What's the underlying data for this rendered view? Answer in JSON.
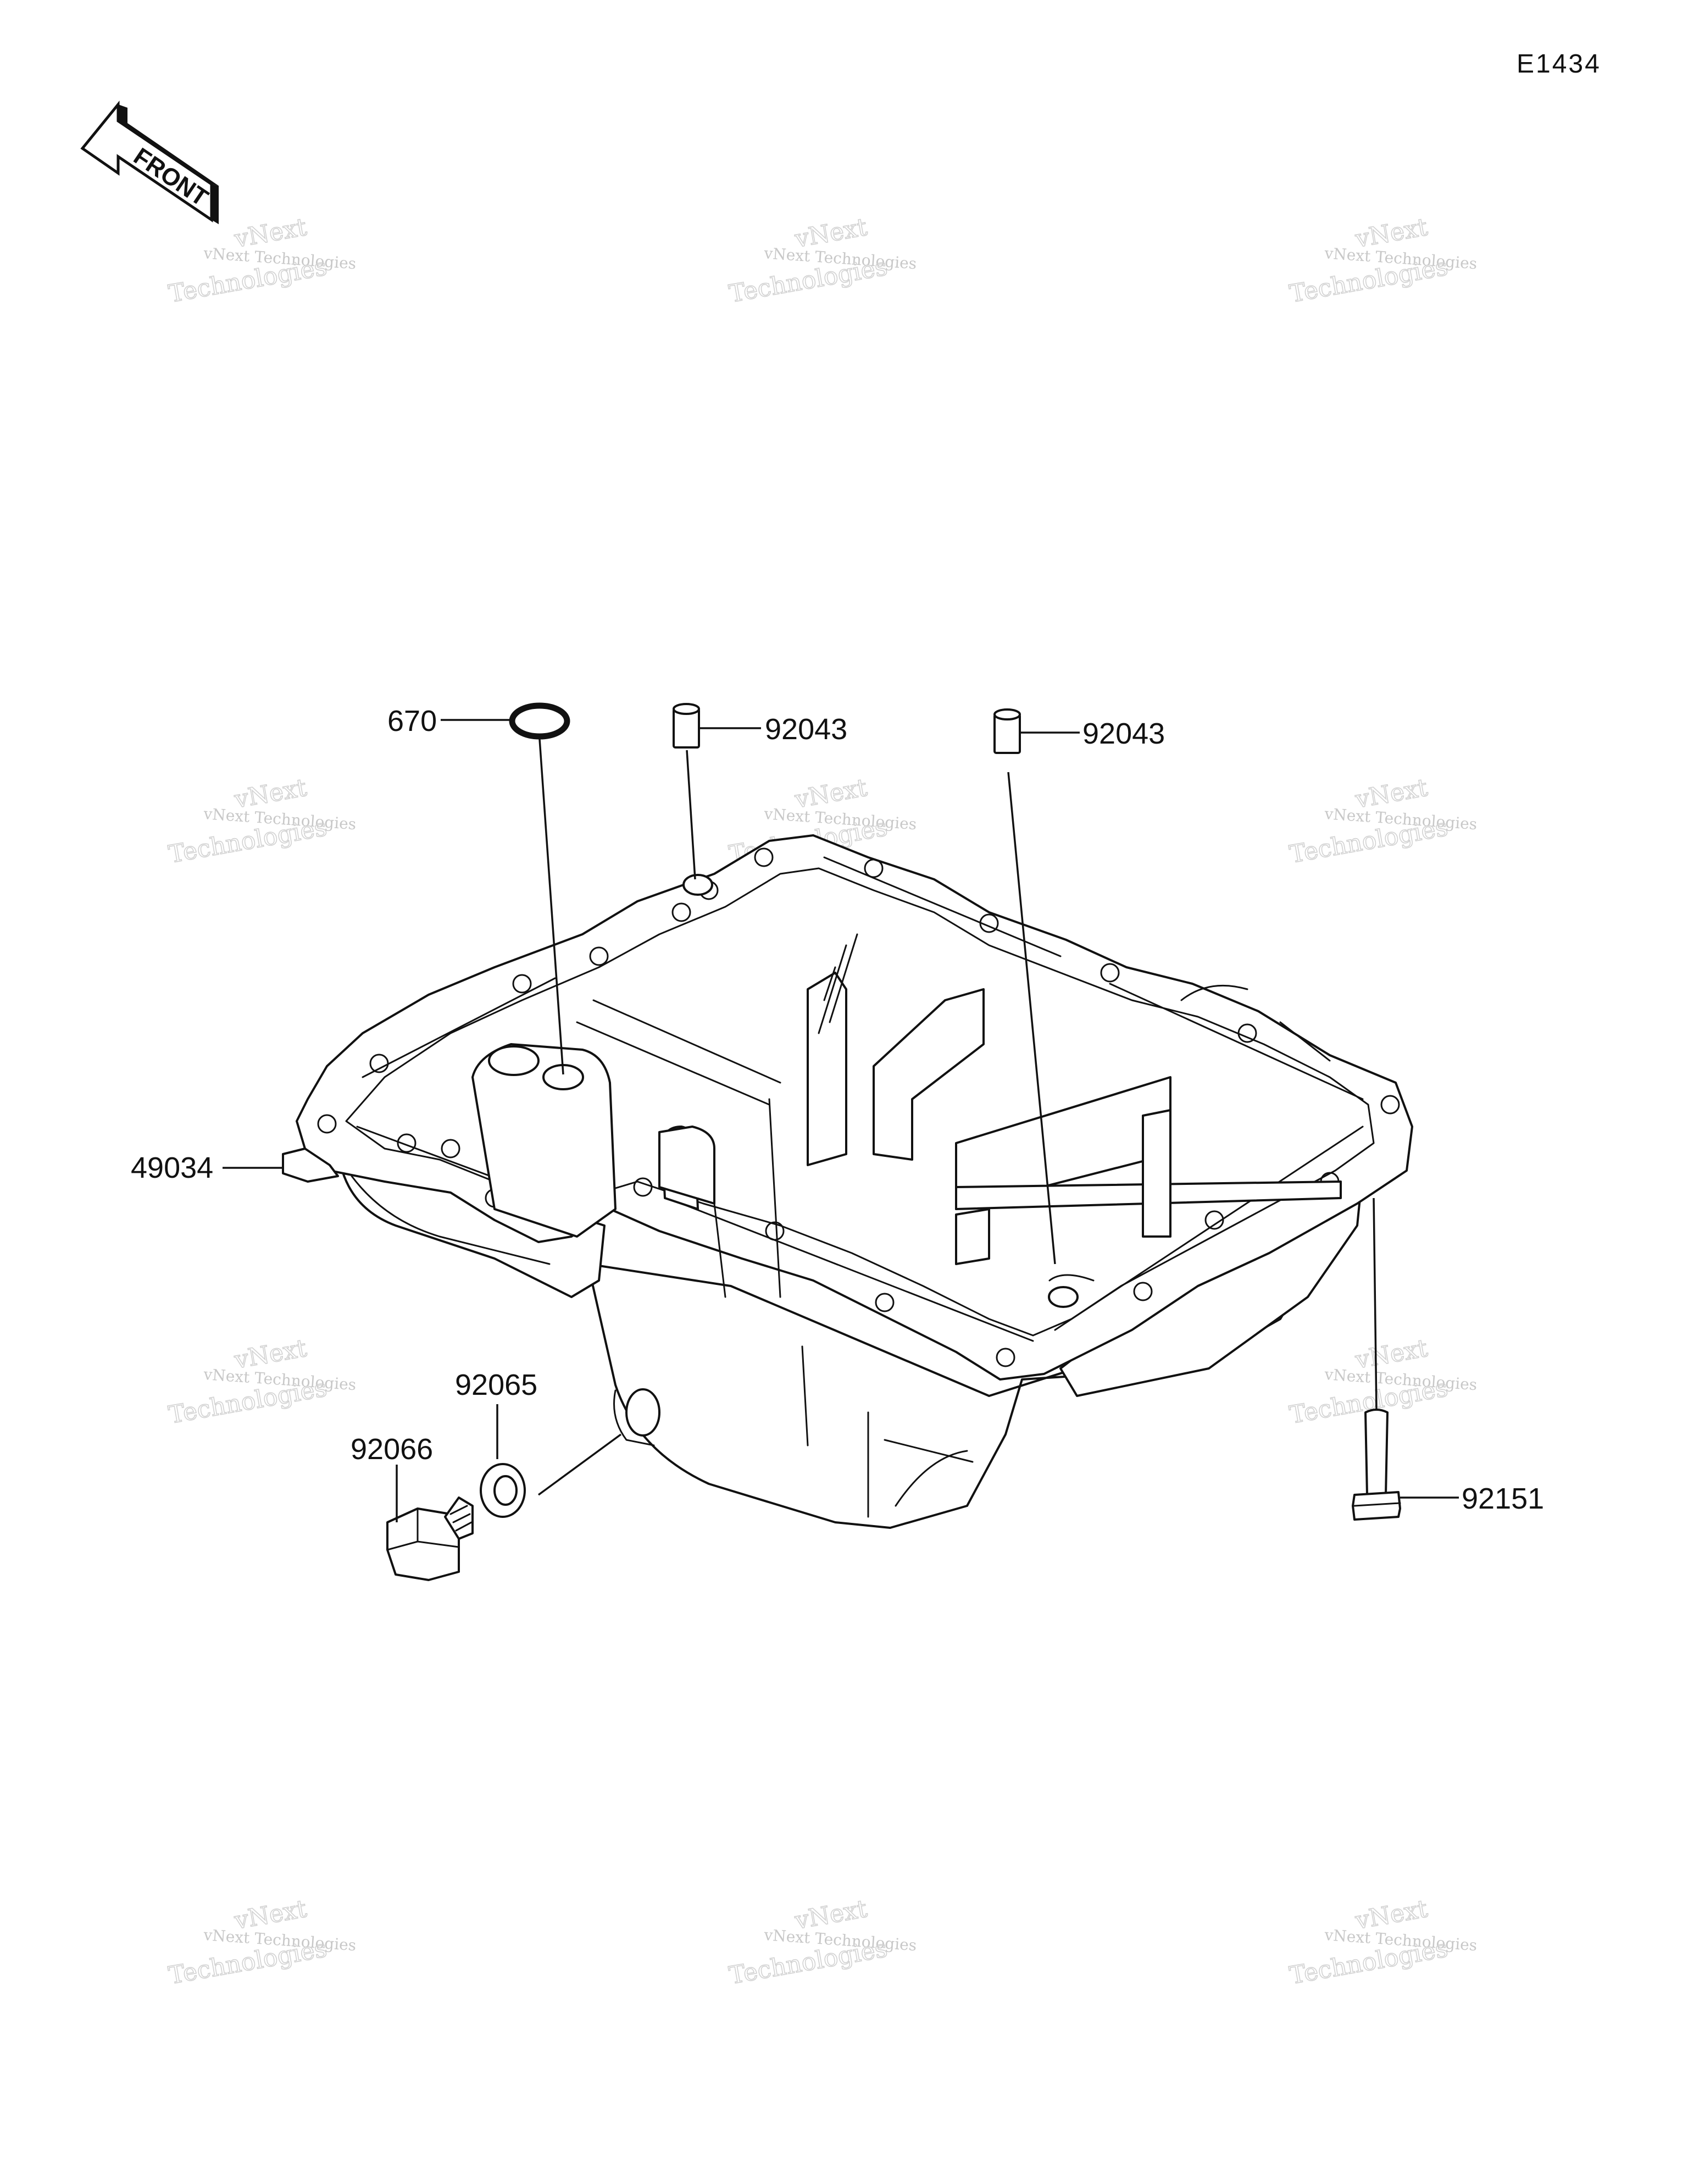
{
  "diagram_code": "E1434",
  "front_arrow_label": "FRONT",
  "watermark": {
    "line1": "vNext Technologies",
    "line2a": "vNext",
    "line2b": "Technologies"
  },
  "callouts": {
    "o_ring": "670",
    "dowel_pin_left": "92043",
    "dowel_pin_right": "92043",
    "oil_pan": "49034",
    "gasket": "92065",
    "drain_plug": "92066",
    "bolt": "92151"
  }
}
